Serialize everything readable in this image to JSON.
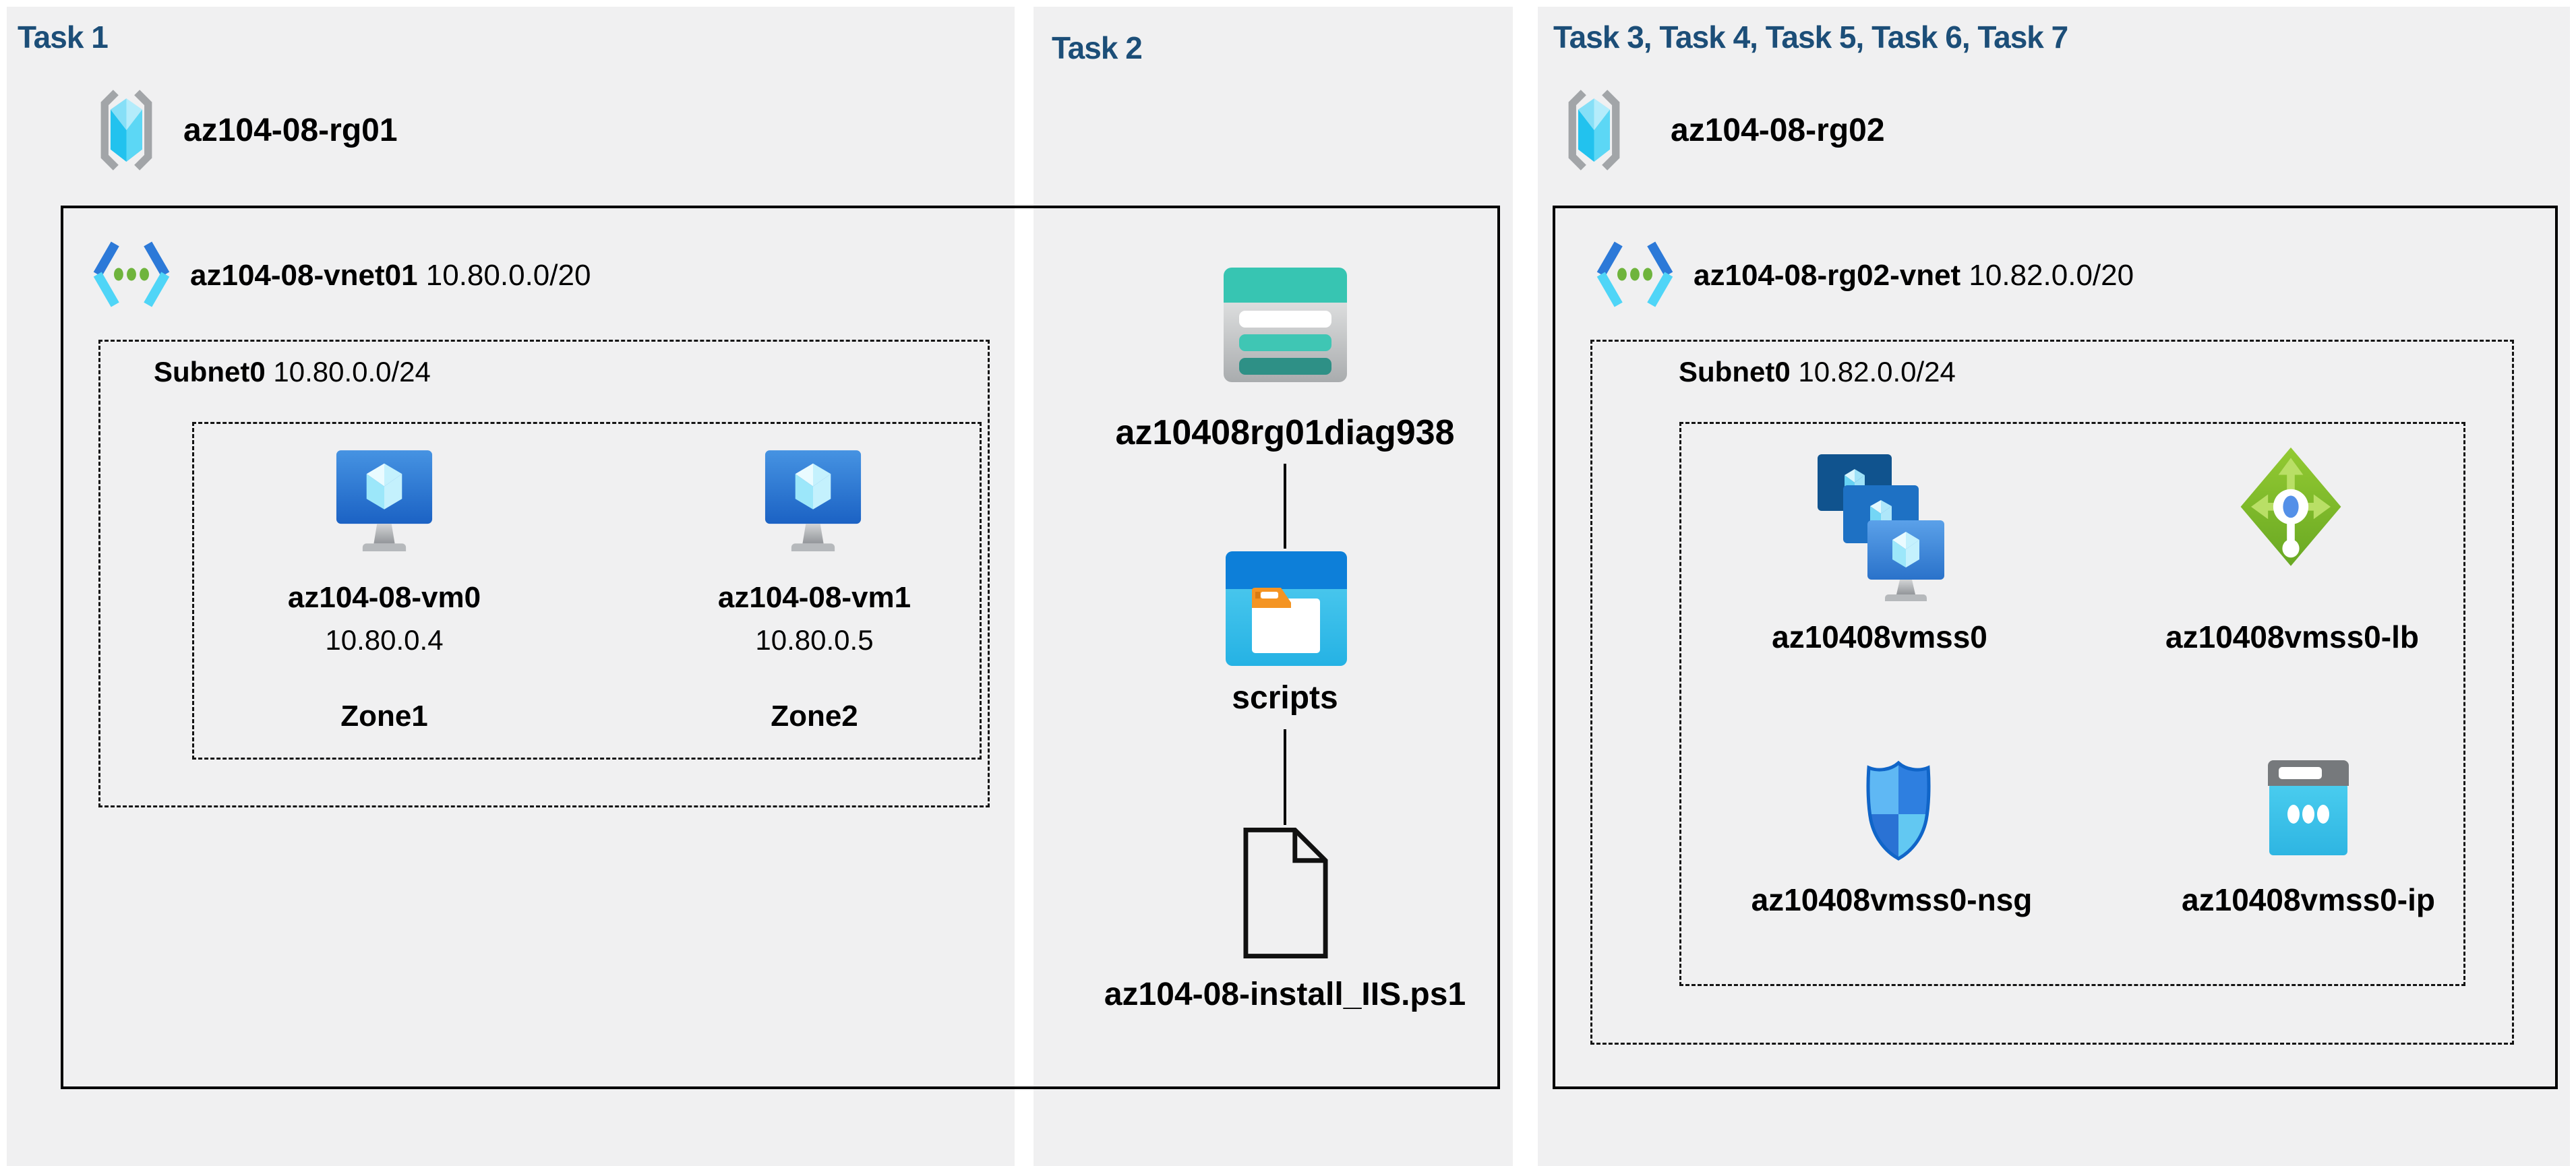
{
  "colors": {
    "title_accent": "#1c4e78",
    "panel_bg": "#f0f0f1",
    "box_line": "#000000",
    "vnet_blue": "#2c79d8",
    "vnet_cyan": "#4fd5f7",
    "dot_green": "#6fb43d",
    "storage_teal": "#37c5b2",
    "container_blue": "#0d7fd9",
    "lb_green": "#7ab62a",
    "nsg_blue": "#2e7fe0",
    "ip_cyan": "#3ec5ea"
  },
  "icons": {
    "resource_group": "resource-group-icon",
    "virtual_network": "vnet-icon",
    "virtual_machine": "vm-icon",
    "storage_account": "storage-account-icon",
    "blob_container": "folder-container-icon",
    "script_file": "document-icon",
    "vmss": "vmss-icon",
    "load_balancer": "load-balancer-icon",
    "nsg": "nsg-shield-icon",
    "public_ip": "public-ip-icon"
  },
  "task1": {
    "title": "Task 1",
    "resource_group": "az104-08-rg01",
    "vnet_name": "az104-08-vnet01",
    "vnet_cidr": "10.80.0.0/20",
    "subnet_name": "Subnet0",
    "subnet_cidr": "10.80.0.0/24",
    "vm0": {
      "name": "az104-08-vm0",
      "ip": "10.80.0.4",
      "zone": "Zone1"
    },
    "vm1": {
      "name": "az104-08-vm1",
      "ip": "10.80.0.5",
      "zone": "Zone2"
    }
  },
  "task2": {
    "title": "Task 2",
    "storage_account": "az10408rg01diag938",
    "container": "scripts",
    "script_file": "az104-08-install_IIS.ps1"
  },
  "task3": {
    "title": "Task 3, Task 4, Task 5, Task 6, Task 7",
    "resource_group": "az104-08-rg02",
    "vnet_name": "az104-08-rg02-vnet",
    "vnet_cidr": "10.82.0.0/20",
    "subnet_name": "Subnet0",
    "subnet_cidr": "10.82.0.0/24",
    "vmss": "az10408vmss0",
    "load_balancer": "az10408vmss0-lb",
    "nsg": "az10408vmss0-nsg",
    "public_ip": "az10408vmss0-ip"
  }
}
